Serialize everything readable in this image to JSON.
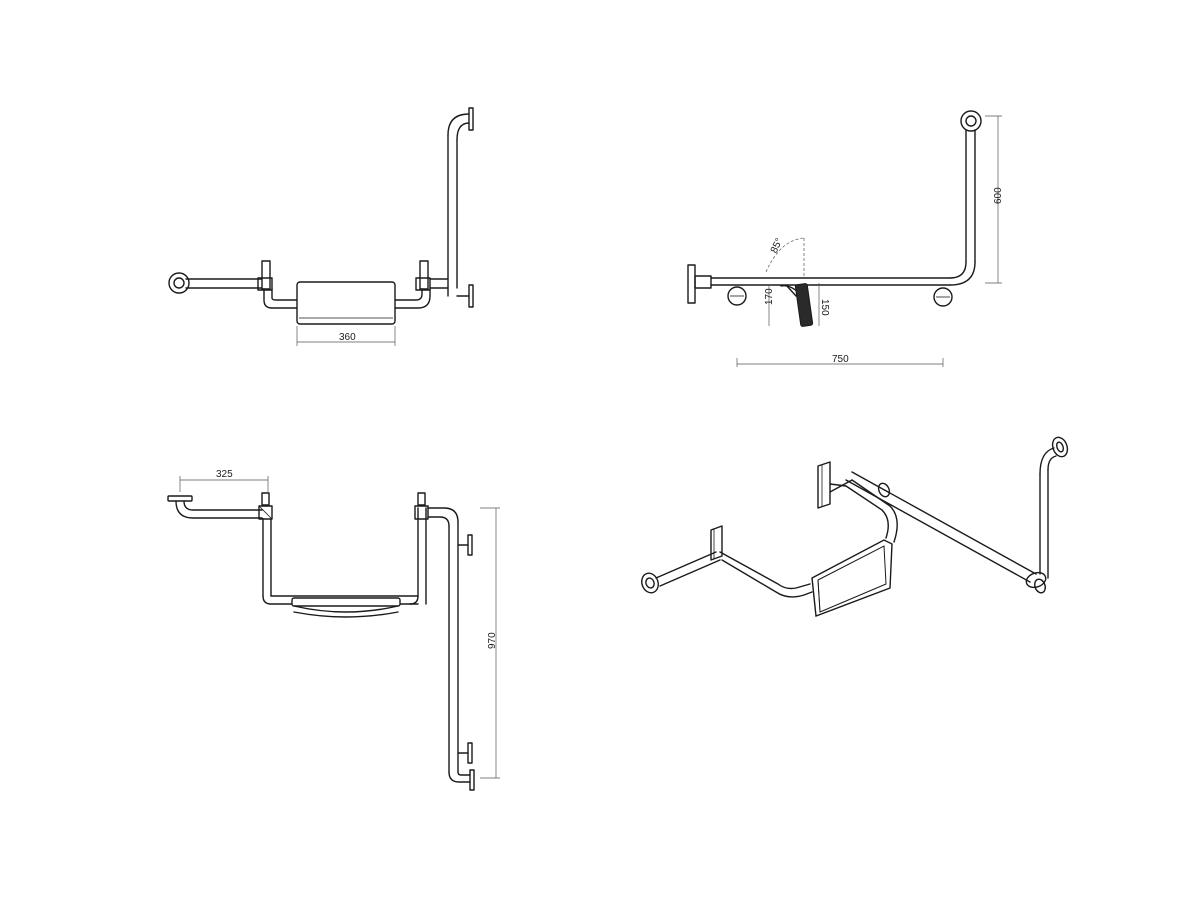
{
  "dimensions": {
    "top_left_width": "360",
    "top_right_height": "600",
    "top_right_angle": "85°",
    "top_right_h170": "170",
    "top_right_h150": "150",
    "top_right_width": "750",
    "bottom_left_width": "325",
    "bottom_left_height": "970"
  }
}
